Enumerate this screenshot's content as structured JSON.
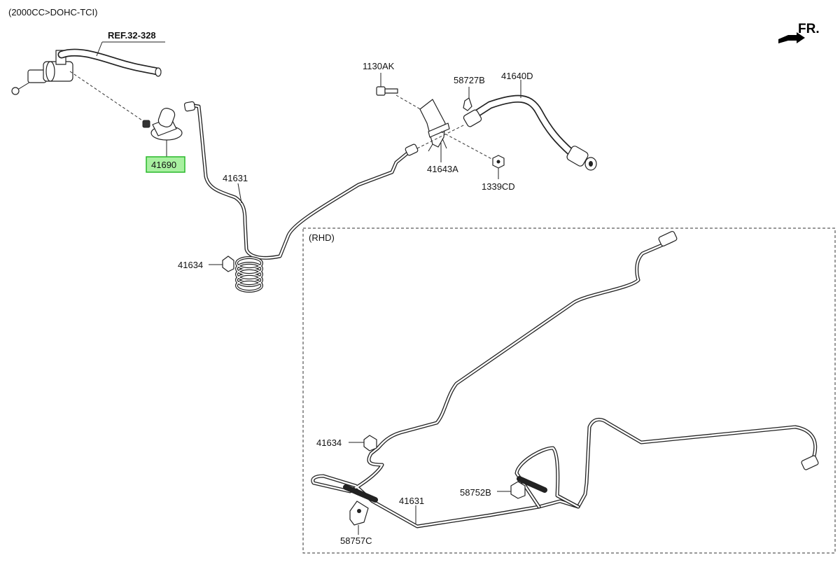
{
  "header_note": "(2000CC>DOHC-TCI)",
  "direction_label": "FR.",
  "reference_label": "REF.32-328",
  "rhd_label": "(RHD)",
  "selected_part": "41690",
  "parts": {
    "p41690": "41690",
    "p41631_upper": "41631",
    "p41634_upper": "41634",
    "p1130AK": "1130AK",
    "p58727B": "58727B",
    "p41640D": "41640D",
    "p41643A": "41643A",
    "p1339CD": "1339CD",
    "p41634_rhd": "41634",
    "p58752B": "58752B",
    "p41631_rhd": "41631",
    "p58757C": "58757C"
  },
  "colors": {
    "highlight_fill": "#a8f0a0",
    "highlight_border": "#29b82a",
    "line": "#222222"
  }
}
